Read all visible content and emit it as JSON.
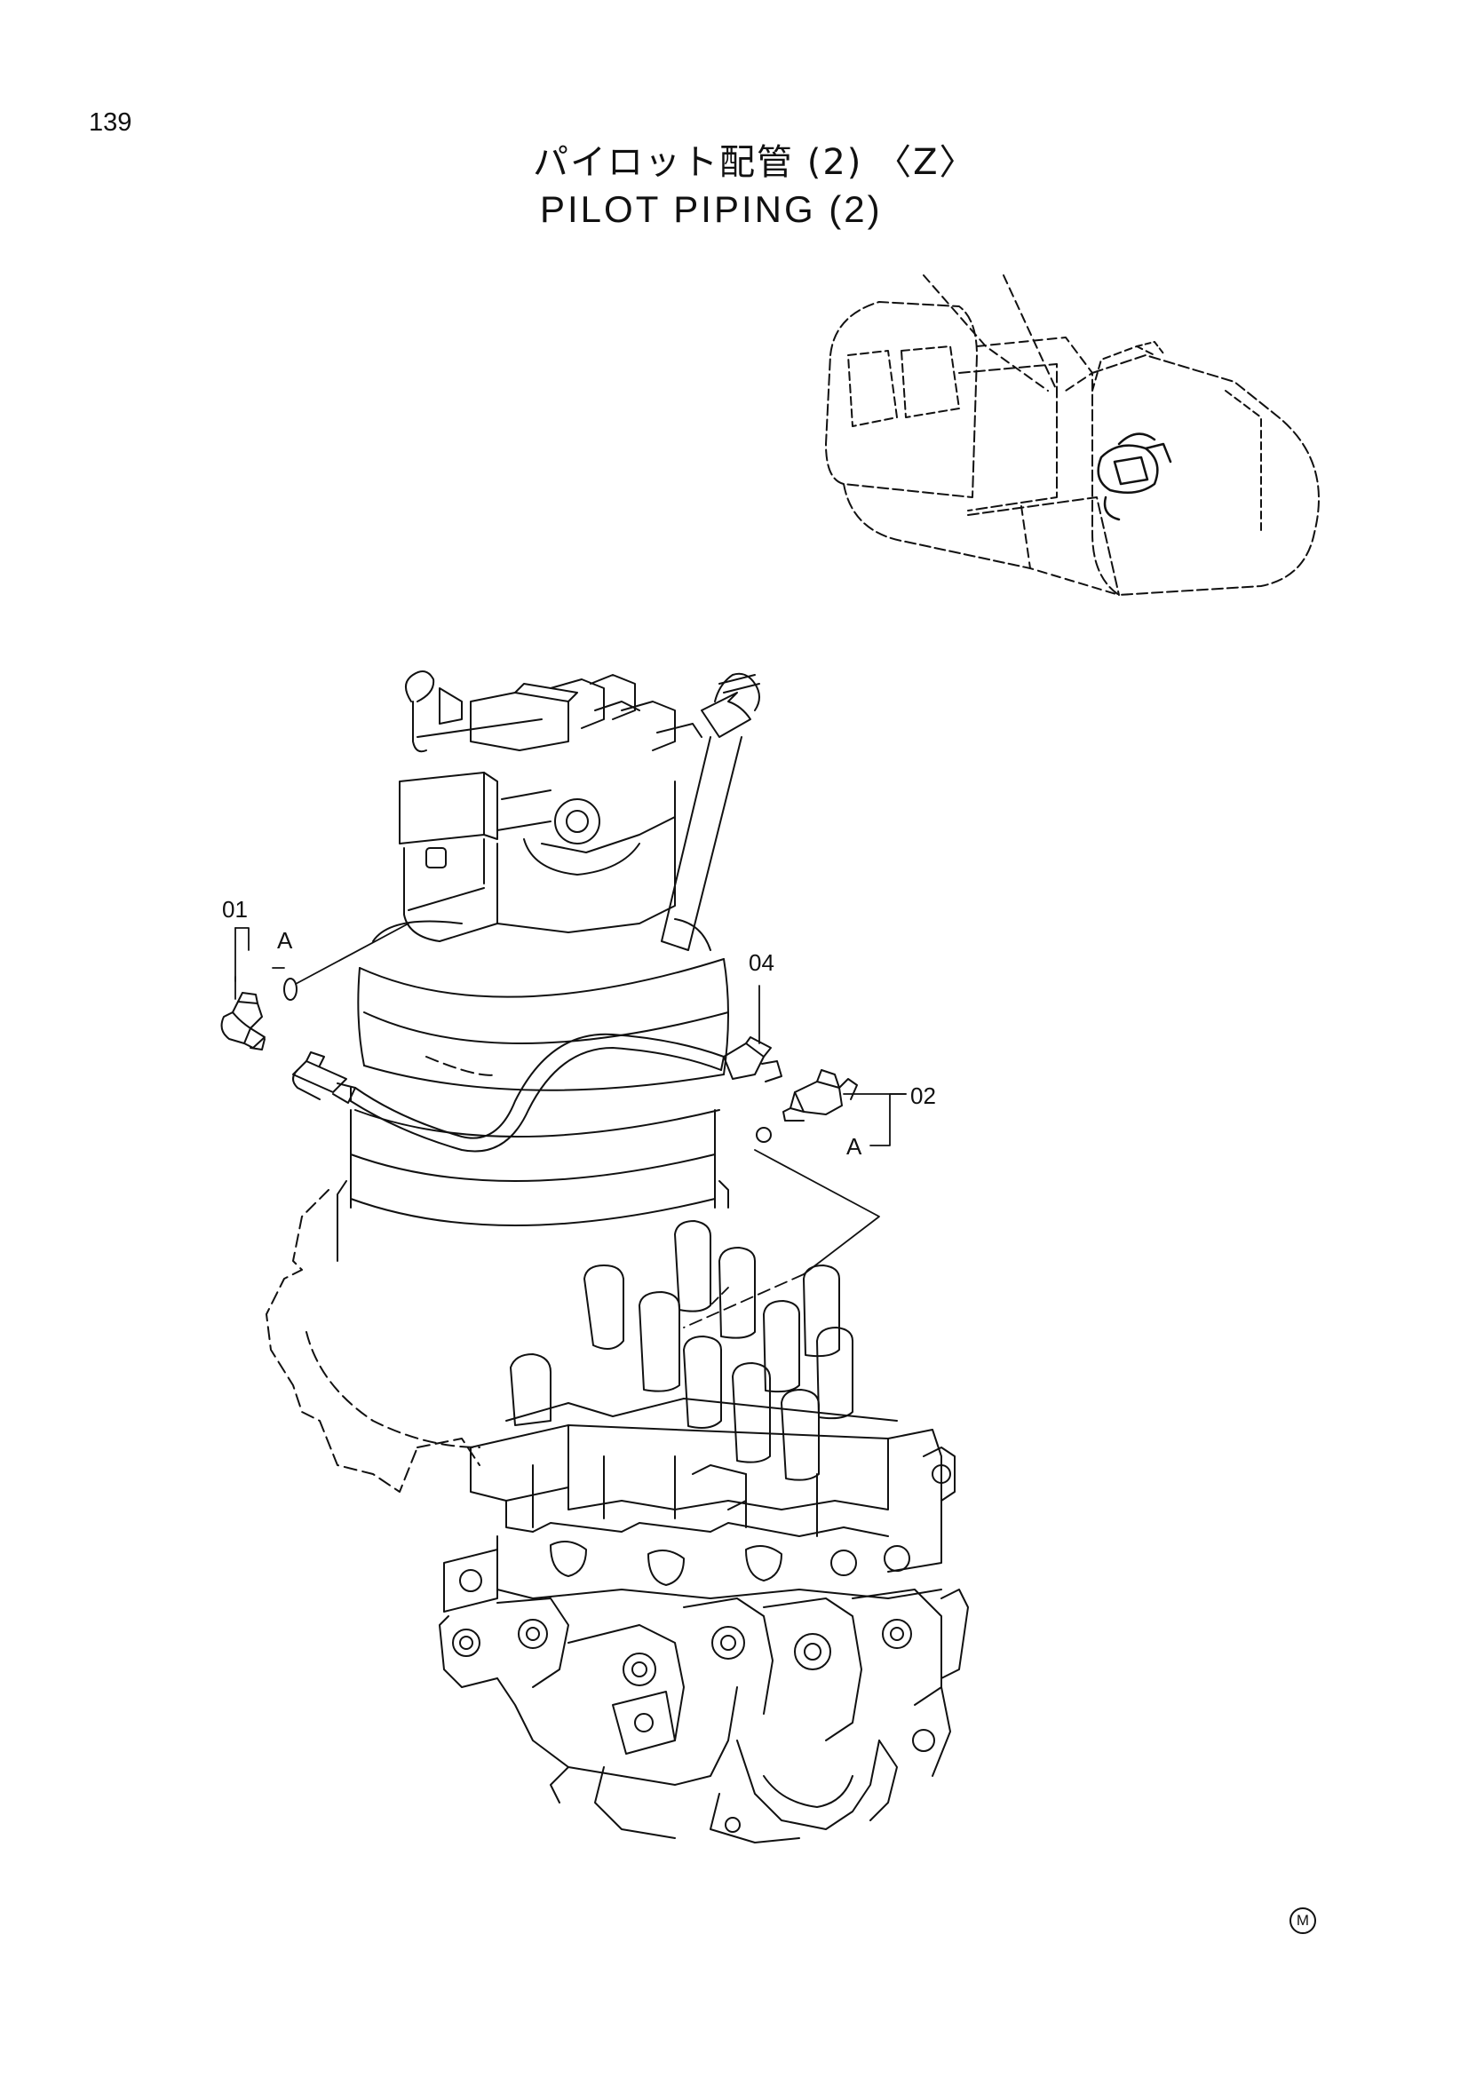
{
  "page_number": "139",
  "title_jp": "パイロット配管 (2) 〈Z〉",
  "title_en": "PILOT PIPING (2)",
  "callouts": {
    "part_01": "01",
    "part_02": "02",
    "part_04": "04",
    "ref_a_left": "A",
    "ref_a_right": "A"
  },
  "mark": "M"
}
